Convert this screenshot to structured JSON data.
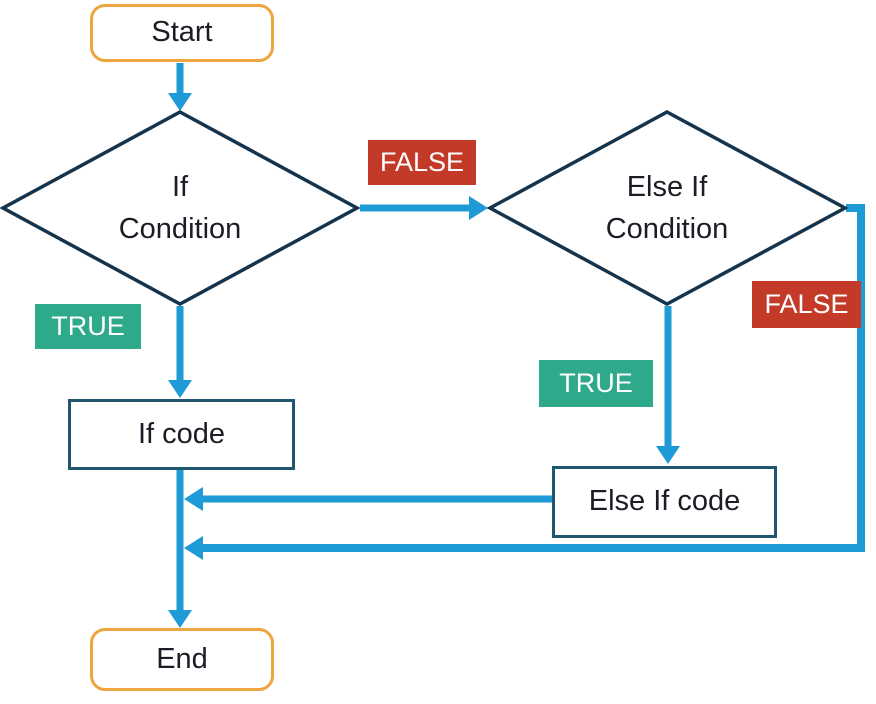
{
  "colors": {
    "arrow": "#1E9AD6",
    "terminal-border": "#EFA53F",
    "process-border": "#20566E",
    "diamond-border": "#14334C",
    "true-bg": "#2FA98C",
    "false-bg": "#C43A28",
    "node-text": "#1C1C26",
    "badge-text": "#FFFFFF",
    "canvas-bg": "#FFFFFF"
  },
  "nodes": {
    "start": {
      "label": "Start"
    },
    "if_condition": {
      "line1": "If",
      "line2": "Condition"
    },
    "else_if_condition": {
      "line1": "Else If",
      "line2": "Condition"
    },
    "if_code": {
      "label": "If code"
    },
    "else_if_code": {
      "label": "Else If code"
    },
    "end": {
      "label": "End"
    }
  },
  "edge_labels": {
    "if_true": "TRUE",
    "if_false": "FALSE",
    "else_if_true": "TRUE",
    "else_if_false": "FALSE"
  }
}
